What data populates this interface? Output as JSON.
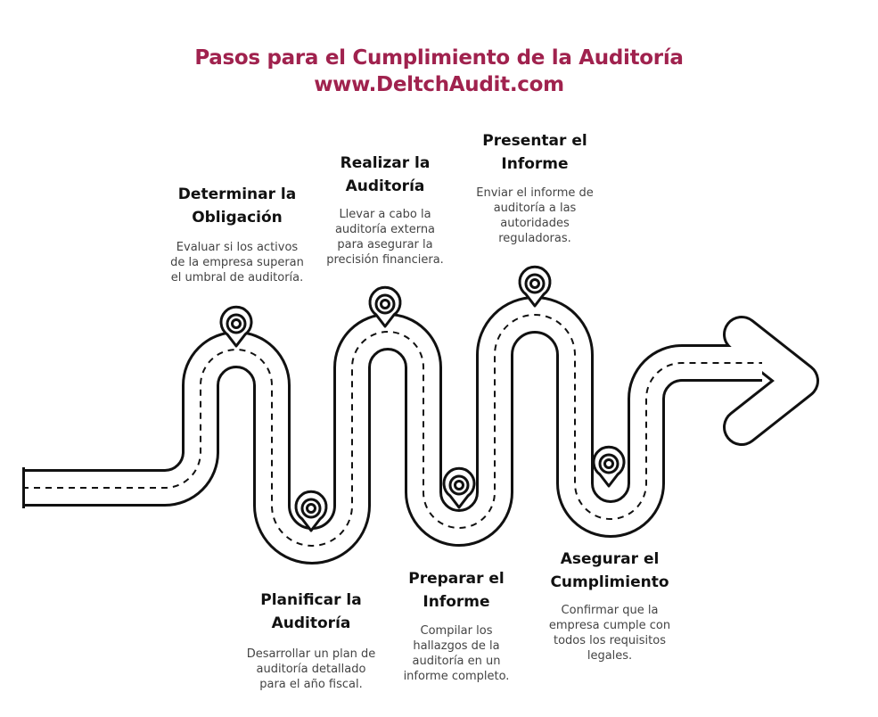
{
  "header": {
    "title": "Pasos para el Cumplimiento de la Auditoría",
    "subtitle": "www.DeltchAudit.com"
  },
  "colors": {
    "title": "#a0224e",
    "road_stroke": "#111111",
    "road_fill": "#ffffff",
    "text": "#111111",
    "muted_text": "#444444"
  },
  "steps": [
    {
      "title": "Determinar la\nObligación",
      "description": "Evaluar si los activos\nde la empresa superan\nel umbral de auditoría.",
      "icon": "location-pin-icon"
    },
    {
      "title": "Planificar la\nAuditoría",
      "description": "Desarrollar un plan de\nauditoría detallado\npara el año fiscal.",
      "icon": "location-pin-icon"
    },
    {
      "title": "Realizar la\nAuditoría",
      "description": "Llevar a cabo la\nauditoría externa\npara asegurar la\nprecisión financiera.",
      "icon": "location-pin-icon"
    },
    {
      "title": "Preparar el\nInforme",
      "description": "Compilar los\nhallazgos de la\nauditoría en un\ninforme completo.",
      "icon": "location-pin-icon"
    },
    {
      "title": "Presentar el\nInforme",
      "description": "Enviar el informe de\nauditoría a las\nautoridades\nreguladoras.",
      "icon": "location-pin-icon"
    },
    {
      "title": "Asegurar el\nCumplimiento",
      "description": "Confirmar que la\nempresa cumple con\ntodos los requisitos\nlegales.",
      "icon": "location-pin-icon"
    }
  ]
}
